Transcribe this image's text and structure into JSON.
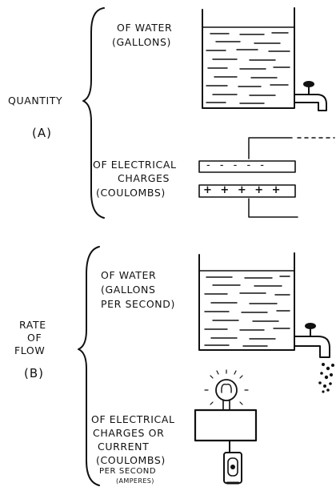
{
  "section_a": {
    "label": "QUANTITY",
    "letter": "(A)",
    "water": {
      "line1": "OF WATER",
      "line2": "(GALLONS)"
    },
    "electric": {
      "line1": "OF ELECTRICAL",
      "line2": "CHARGES",
      "line3": "(COULOMBS)",
      "minus_plate": "- - - - -",
      "plus_plate": "+ + + + +"
    }
  },
  "section_b": {
    "label_line1": "RATE",
    "label_line2": "OF",
    "label_line3": "FLOW",
    "letter": "(B)",
    "water": {
      "line1": "OF WATER",
      "line2": "(GALLONS",
      "line3": "PER SECOND)"
    },
    "electric": {
      "line1": "OF ELECTRICAL",
      "line2": "CHARGES OR",
      "line3": "CURRENT",
      "line4": "(COULOMBS)",
      "line5": "PER SECOND",
      "line6": "(AMPERES)"
    }
  },
  "icons": [
    "left-brace-icon",
    "water-tank-icon",
    "faucet-icon",
    "capacitor-plates-icon",
    "lightbulb-icon",
    "battery-cell-icon",
    "water-drops-icon"
  ]
}
